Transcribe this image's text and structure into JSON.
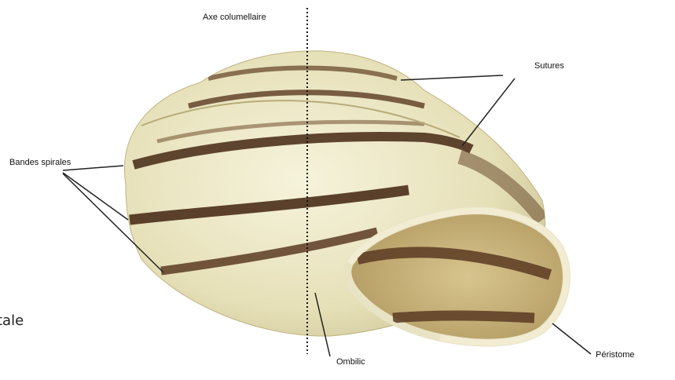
{
  "labels": {
    "axis": "Axe columellaire",
    "sutures": "Sutures",
    "spiral_bands": "Bandes spirales",
    "umbilicus": "Ombilic",
    "peristome": "Péristome",
    "partial_text": "tale"
  },
  "colors": {
    "background": "#ffffff",
    "shell_base": "#e9e4bf",
    "shell_light": "#f4f1d8",
    "band_dark": "#5a3a22",
    "band_mid": "#8a6a45",
    "aperture_inner": "#c9b47c",
    "aperture_band": "#6b4a2b",
    "text": "#111111",
    "pointer": "#222222"
  }
}
